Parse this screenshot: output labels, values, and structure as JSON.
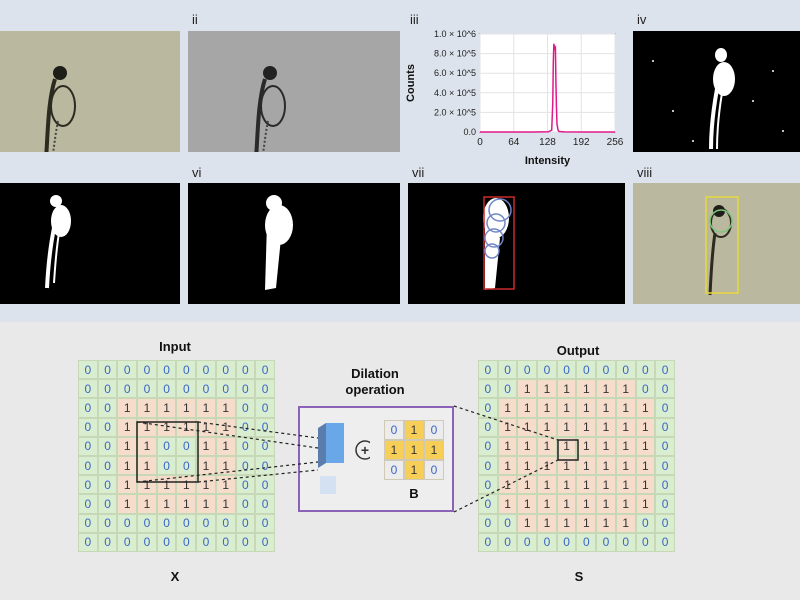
{
  "top_panels": {
    "labels": [
      "ii",
      "iii",
      "iv",
      "vi",
      "vii",
      "viii"
    ]
  },
  "histogram": {
    "ylabel": "Counts",
    "xlabel": "Intensity",
    "yticks": [
      "0.0",
      "2.0 × 10^5",
      "4.0 × 10^5",
      "6.0 × 10^5",
      "8.0 × 10^5",
      "1.0 × 10^6"
    ],
    "xticks": [
      "0",
      "64",
      "128",
      "192",
      "256"
    ]
  },
  "chart_data": {
    "type": "line",
    "xlabel": "Intensity",
    "ylabel": "Counts",
    "xlim": [
      0,
      256
    ],
    "ylim": [
      0,
      1000000
    ],
    "x_ticks": [
      0,
      64,
      128,
      192,
      256
    ],
    "y_ticks": [
      0,
      200000,
      400000,
      600000,
      800000,
      1000000
    ],
    "series": [
      {
        "color": "#e0198a",
        "x": [
          0,
          60,
          100,
          130,
          136,
          138,
          139,
          140,
          141,
          142,
          143,
          144,
          145,
          146,
          148,
          150,
          160,
          200,
          256
        ],
        "y": [
          0,
          0,
          0,
          2000,
          20000,
          300000,
          700000,
          900000,
          870000,
          850000,
          860000,
          500000,
          250000,
          80000,
          20000,
          5000,
          1000,
          0,
          0
        ]
      }
    ]
  },
  "diagram": {
    "input_title": "Input",
    "output_title": "Output",
    "operation_title_line1": "Dilation",
    "operation_title_line2": "operation",
    "input_symbol": "X",
    "output_symbol": "S",
    "kernel_symbol": "B",
    "plus_symbol": "+",
    "input_grid": [
      [
        0,
        0,
        0,
        0,
        0,
        0,
        0,
        0,
        0,
        0
      ],
      [
        0,
        0,
        0,
        0,
        0,
        0,
        0,
        0,
        0,
        0
      ],
      [
        0,
        0,
        1,
        1,
        1,
        1,
        1,
        1,
        0,
        0
      ],
      [
        0,
        0,
        1,
        1,
        1,
        1,
        1,
        1,
        0,
        0
      ],
      [
        0,
        0,
        1,
        1,
        0,
        0,
        1,
        1,
        0,
        0
      ],
      [
        0,
        0,
        1,
        1,
        0,
        0,
        1,
        1,
        0,
        0
      ],
      [
        0,
        0,
        1,
        1,
        1,
        1,
        1,
        1,
        0,
        0
      ],
      [
        0,
        0,
        1,
        1,
        1,
        1,
        1,
        1,
        0,
        0
      ],
      [
        0,
        0,
        0,
        0,
        0,
        0,
        0,
        0,
        0,
        0
      ],
      [
        0,
        0,
        0,
        0,
        0,
        0,
        0,
        0,
        0,
        0
      ]
    ],
    "output_grid": [
      [
        0,
        0,
        0,
        0,
        0,
        0,
        0,
        0,
        0,
        0
      ],
      [
        0,
        0,
        1,
        1,
        1,
        1,
        1,
        1,
        0,
        0
      ],
      [
        0,
        1,
        1,
        1,
        1,
        1,
        1,
        1,
        1,
        0
      ],
      [
        0,
        1,
        1,
        1,
        1,
        1,
        1,
        1,
        1,
        0
      ],
      [
        0,
        1,
        1,
        1,
        1,
        1,
        1,
        1,
        1,
        0
      ],
      [
        0,
        1,
        1,
        1,
        1,
        1,
        1,
        1,
        1,
        0
      ],
      [
        0,
        1,
        1,
        1,
        1,
        1,
        1,
        1,
        1,
        0
      ],
      [
        0,
        1,
        1,
        1,
        1,
        1,
        1,
        1,
        1,
        0
      ],
      [
        0,
        0,
        1,
        1,
        1,
        1,
        1,
        1,
        0,
        0
      ],
      [
        0,
        0,
        0,
        0,
        0,
        0,
        0,
        0,
        0,
        0
      ]
    ],
    "kernel": [
      [
        0,
        1,
        0
      ],
      [
        1,
        1,
        1
      ],
      [
        0,
        1,
        0
      ]
    ]
  },
  "colors": {
    "zero_cell": "#d9edd0",
    "one_cell": "#f6dccb",
    "zero_text": "#3b66c5",
    "kernel_on": "#f7cf58",
    "histogram_line": "#e0198a",
    "box_border": "#8a62b8",
    "bbox_yellow": "#e8d83c",
    "bbox_red": "#cc2a2a",
    "circle_blue": "#6f86c8"
  }
}
